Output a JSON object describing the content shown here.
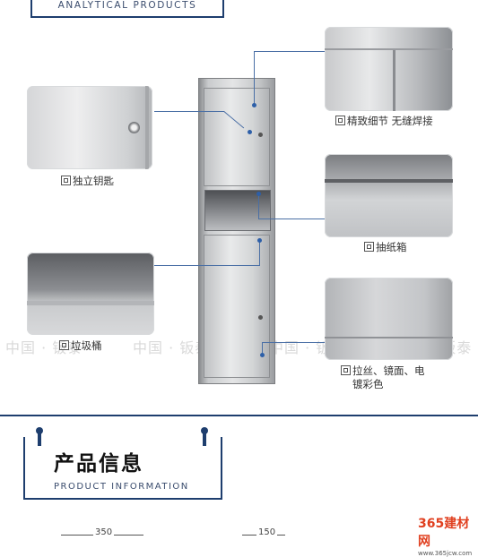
{
  "header": {
    "analytical": "ANALYTICAL PRODUCTS"
  },
  "features": [
    {
      "id": "fine",
      "label": "精致细节 无缝焊接"
    },
    {
      "id": "key",
      "label": "独立钥匙"
    },
    {
      "id": "tissue",
      "label": "抽纸箱"
    },
    {
      "id": "trash",
      "label": "垃圾桶"
    },
    {
      "id": "finish",
      "label_line1": "拉丝、镜面、电",
      "label_line2": "镀彩色"
    }
  ],
  "watermark": {
    "text": "中国 · 钣泰"
  },
  "info": {
    "title_cn": "产品信息",
    "title_en": "PRODUCT INFORMATION"
  },
  "dimensions": {
    "width": "350",
    "depth": "150"
  },
  "site_logo": {
    "name": "365建材网",
    "url": "www.365jcw.com"
  },
  "colors": {
    "accent": "#1e3e6e",
    "leader": "#4a6fa5",
    "logo": "#e04020"
  }
}
